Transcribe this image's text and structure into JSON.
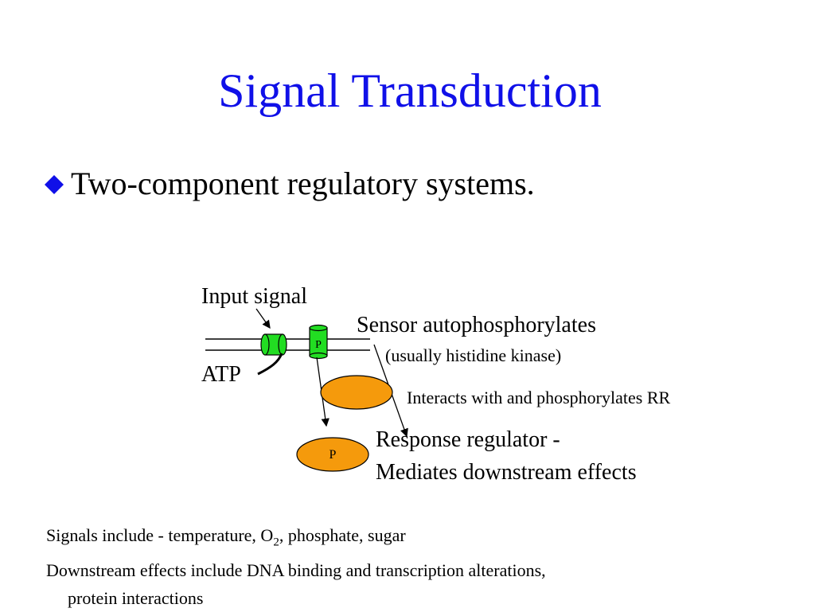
{
  "title": "Signal Transduction",
  "bullets": [
    {
      "icon": "diamond-bullet-icon",
      "text": "Two-component regulatory systems."
    }
  ],
  "diagram": {
    "input_signal": "Input signal",
    "atp": "ATP",
    "sensor_label": "Sensor autophosphorylates",
    "sensor_sublabel": "(usually histidine kinase)",
    "phospho_tag_sensor": "P",
    "interacts_label": "Interacts with and phosphorylates RR",
    "response_regulator_line1": "Response regulator -",
    "response_regulator_line2": "Mediates downstream effects",
    "phospho_tag_rr": "P"
  },
  "footer": {
    "line1_prefix": "Signals include - temperature, O",
    "line1_subscript": "2",
    "line1_suffix": ", phosphate, sugar",
    "line2": "Downstream effects include DNA binding and transcription alterations,",
    "line3": "protein interactions"
  },
  "colors": {
    "title": "#1010e8",
    "bullet": "#1010e8",
    "sensor_green": "#22dd22",
    "response_orange": "#f59a0c"
  }
}
